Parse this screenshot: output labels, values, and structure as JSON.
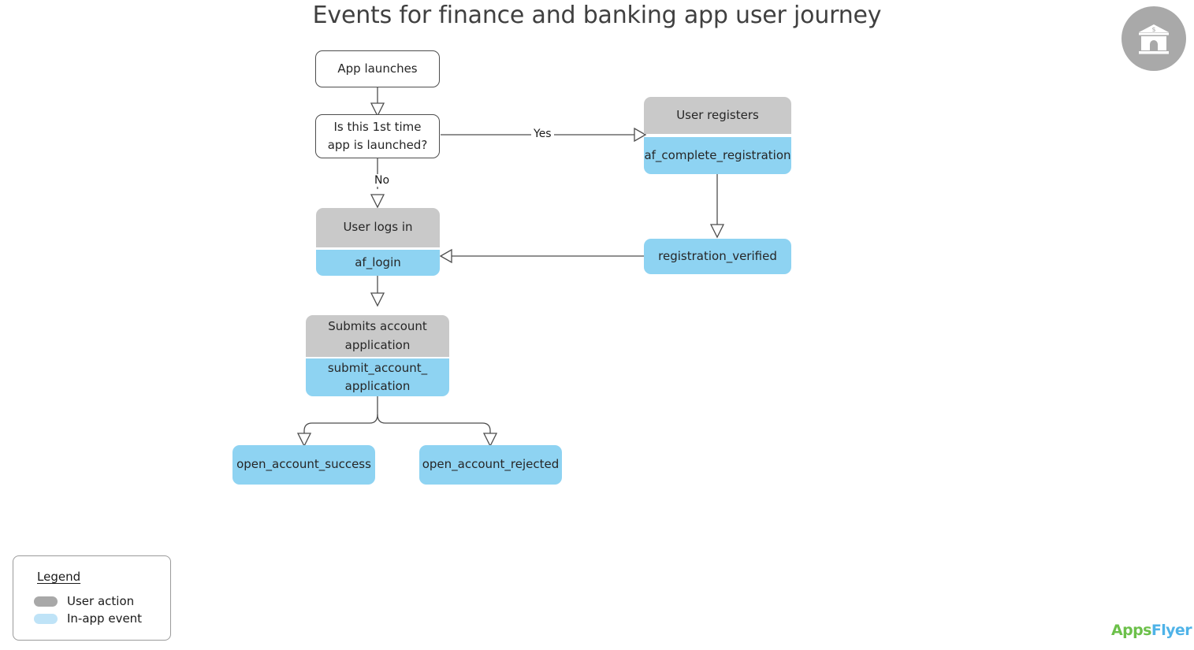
{
  "title": "Events for finance and banking app user journey",
  "colors": {
    "user_action": "#c9c9c9",
    "in_app_event": "#8ed3f2",
    "legend_action_swatch": "#a8a8a8",
    "legend_event_swatch": "#bfe3f7",
    "edge": "#4d4d4d",
    "background": "#ffffff",
    "brand_green": "#6cc04a",
    "brand_blue": "#4fb3e8"
  },
  "nodes": {
    "app_launches": "App launches",
    "decision": "Is this 1st time app is launched?",
    "user_registers": "User registers",
    "af_complete_registration": "af_complete_registration",
    "registration_verified": "registration_verified",
    "user_logs_in": "User logs in",
    "af_login": "af_login",
    "submits_account_application_line1": "Submits account",
    "submits_account_application_line2": "application",
    "submit_account_application_line1": "submit_account_",
    "submit_account_application_line2": "application",
    "open_account_success": "open_account_success",
    "open_account_rejected": "open_account_rejected"
  },
  "edge_labels": {
    "yes": "Yes",
    "no": "No"
  },
  "legend": {
    "title": "Legend",
    "items": [
      {
        "label": "User action",
        "color": "#a8a8a8"
      },
      {
        "label": "In-app event",
        "color": "#bfe3f7"
      }
    ]
  },
  "branding": {
    "bank_icon_symbol": "$",
    "logo_text_part1": "Apps",
    "logo_text_part2": "Flyer"
  }
}
